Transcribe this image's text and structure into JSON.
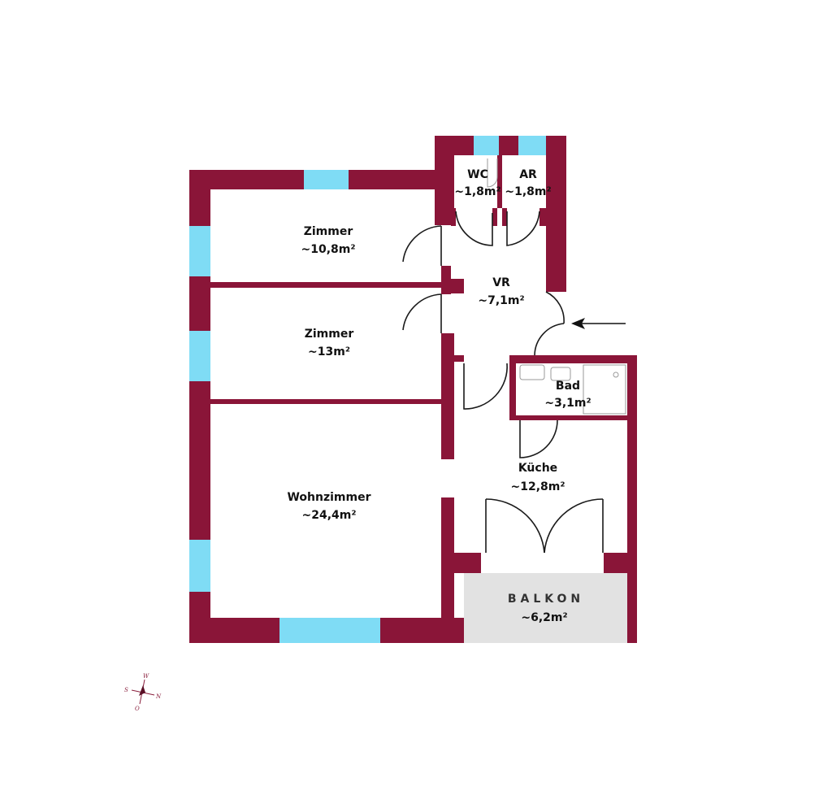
{
  "colors": {
    "wall": "#8a1538",
    "window": "#7fdcf5",
    "balcony": "#e2e2e2",
    "background": "#ffffff"
  },
  "rooms": {
    "wc": {
      "name": "WC",
      "area": "~1,8m²"
    },
    "ar": {
      "name": "AR",
      "area": "~1,8m²"
    },
    "zimmer1": {
      "name": "Zimmer",
      "area": "~10,8m²"
    },
    "vr": {
      "name": "VR",
      "area": "~7,1m²"
    },
    "zimmer2": {
      "name": "Zimmer",
      "area": "~13m²"
    },
    "bad": {
      "name": "Bad",
      "area": "~3,1m²"
    },
    "kueche": {
      "name": "Küche",
      "area": "~12,8m²"
    },
    "wohn": {
      "name": "Wohnzimmer",
      "area": "~24,4m²"
    },
    "balkon": {
      "name": "BALKON",
      "area": "~6,2m²"
    }
  },
  "compass": {
    "north": "W",
    "south": "O",
    "east": "N",
    "west": "S"
  },
  "entrance_icon": "arrow-left-icon"
}
